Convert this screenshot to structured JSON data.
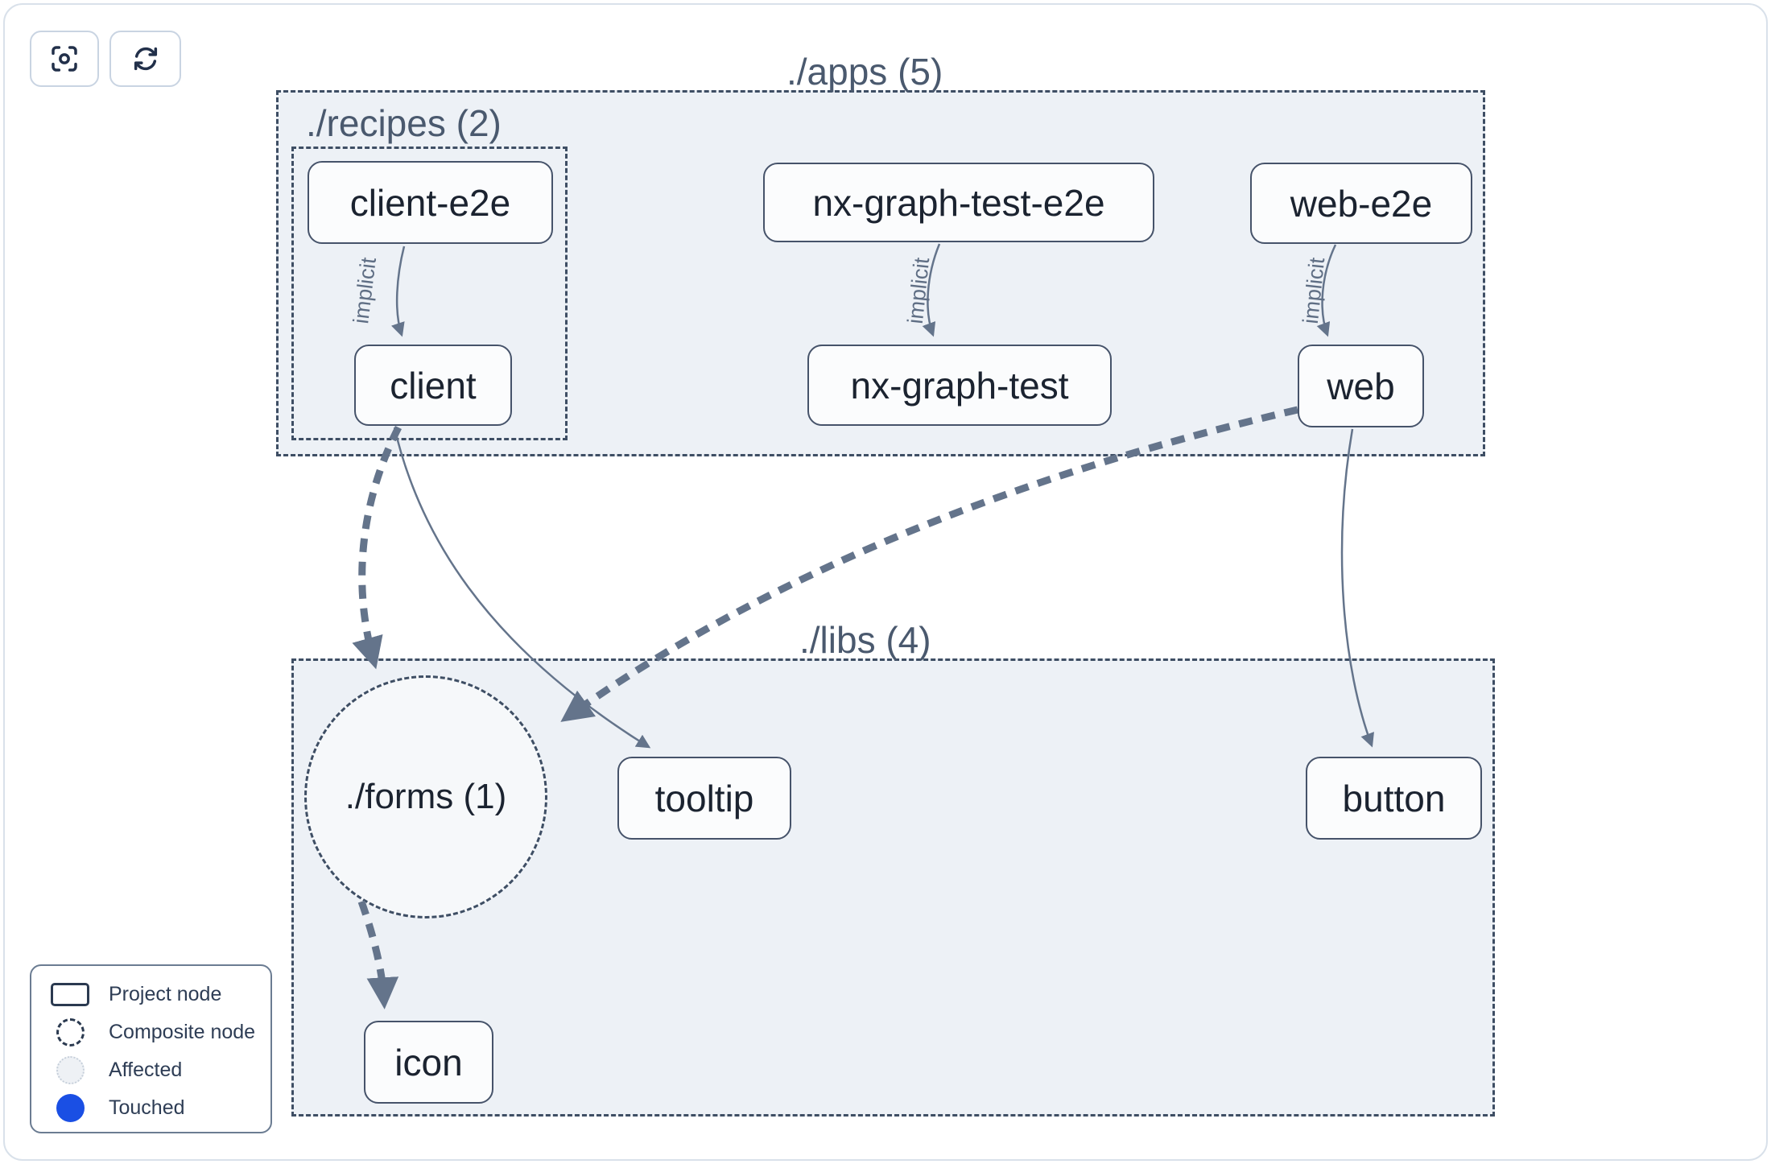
{
  "toolbar": {
    "buttons": [
      {
        "icon": "focus-icon"
      },
      {
        "icon": "refresh-icon"
      }
    ]
  },
  "groups": {
    "apps": {
      "label": "./apps (5)"
    },
    "recipes": {
      "label": "./recipes (2)"
    },
    "libs": {
      "label": "./libs (4)"
    },
    "forms": {
      "label": "./forms (1)"
    }
  },
  "nodes": {
    "client_e2e": {
      "label": "client-e2e"
    },
    "client": {
      "label": "client"
    },
    "nx_graph_test_e2e": {
      "label": "nx-graph-test-e2e"
    },
    "nx_graph_test": {
      "label": "nx-graph-test"
    },
    "web_e2e": {
      "label": "web-e2e"
    },
    "web": {
      "label": "web"
    },
    "tooltip": {
      "label": "tooltip"
    },
    "button": {
      "label": "button"
    },
    "icon": {
      "label": "icon"
    }
  },
  "edges": [
    {
      "from": "client-e2e",
      "to": "client",
      "style": "solid",
      "label": "implicit"
    },
    {
      "from": "nx-graph-test-e2e",
      "to": "nx-graph-test",
      "style": "solid",
      "label": "implicit"
    },
    {
      "from": "web-e2e",
      "to": "web",
      "style": "solid",
      "label": "implicit"
    },
    {
      "from": "client",
      "to": "./forms (1)",
      "style": "thick-dashed",
      "label": ""
    },
    {
      "from": "client",
      "to": "tooltip",
      "style": "solid",
      "label": ""
    },
    {
      "from": "web",
      "to": "./forms (1)",
      "style": "thick-dashed",
      "label": ""
    },
    {
      "from": "web",
      "to": "button",
      "style": "solid",
      "label": ""
    },
    {
      "from": "./forms (1)",
      "to": "icon",
      "style": "thick-dashed",
      "label": ""
    }
  ],
  "legend": {
    "items": [
      {
        "swatch": "project-node-swatch",
        "label": "Project node"
      },
      {
        "swatch": "composite-node-swatch",
        "label": "Composite node"
      },
      {
        "swatch": "affected-swatch",
        "label": "Affected"
      },
      {
        "swatch": "touched-swatch",
        "label": "Touched"
      }
    ]
  },
  "colors": {
    "group_fill": "#edf1f6",
    "node_fill": "#fbfcfd",
    "dashed_border": "#3e4e64",
    "edge": "#64748b",
    "touched_blue": "#1a4fe4",
    "affected_fill": "#eef1f5",
    "card_border": "#d9e1ea"
  }
}
